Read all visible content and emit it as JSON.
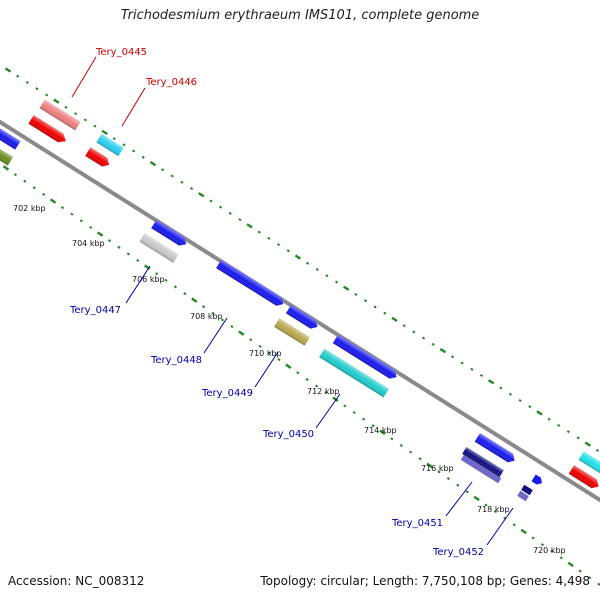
{
  "title": "Trichodesmium erythraeum IMS101, complete genome",
  "footer": {
    "accession": "Accession: NC_008312",
    "stats": "Topology: circular; Length: 7,750,108 bp; Genes: 4,498"
  },
  "colors": {
    "backbone": "#8a8a8a",
    "ticks": "#1f8a1f",
    "label_top": "#cc0000",
    "label_bottom": "#0000aa"
  },
  "positions": [
    {
      "name": "702 kbp"
    },
    {
      "name": "704 kbp"
    },
    {
      "name": "706 kbp"
    },
    {
      "name": "708 kbp"
    },
    {
      "name": "710 kbp"
    },
    {
      "name": "712 kbp"
    },
    {
      "name": "714 kbp"
    },
    {
      "name": "716 kbp"
    },
    {
      "name": "718 kbp"
    },
    {
      "name": "720 kbp"
    }
  ],
  "labels": [
    {
      "name": "Tery_0445",
      "group": "top"
    },
    {
      "name": "Tery_0446",
      "group": "top"
    },
    {
      "name": "Tery_0447",
      "group": "bottom"
    },
    {
      "name": "Tery_0448",
      "group": "bottom"
    },
    {
      "name": "Tery_0449",
      "group": "bottom"
    },
    {
      "name": "Tery_0450",
      "group": "bottom"
    },
    {
      "name": "Tery_0451",
      "group": "bottom"
    },
    {
      "name": "Tery_0452",
      "group": "bottom"
    }
  ],
  "feature_colors": [
    "#ee8080",
    "#ee0000",
    "#2ad0f0",
    "#1a1aee",
    "#6a8a20",
    "#c8c8c8",
    "#b8a850",
    "#22cccc",
    "#7068c8",
    "#101080"
  ]
}
